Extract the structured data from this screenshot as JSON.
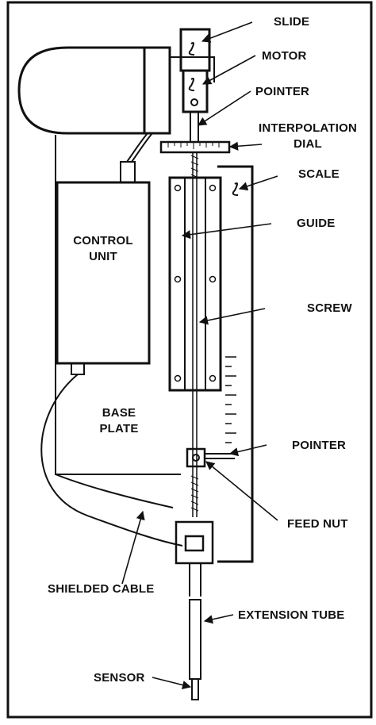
{
  "labels": {
    "slide": "SLIDE",
    "motor": "MOTOR",
    "pointer_top": "POINTER",
    "interpolation_line1": "INTERPOLATION",
    "interpolation_line2": "DIAL",
    "scale": "SCALE",
    "guide": "GUIDE",
    "screw": "SCREW",
    "pointer_bottom": "POINTER",
    "feed_nut": "FEED NUT",
    "extension_tube": "EXTENSION TUBE",
    "sensor": "SENSOR",
    "shielded_cable": "SHIELDED CABLE",
    "control_unit_line1": "CONTROL",
    "control_unit_line2": "UNIT",
    "base_plate_line1": "BASE",
    "base_plate_line2": "PLATE"
  },
  "colors": {
    "ink": "#111111",
    "paper": "#ffffff"
  }
}
